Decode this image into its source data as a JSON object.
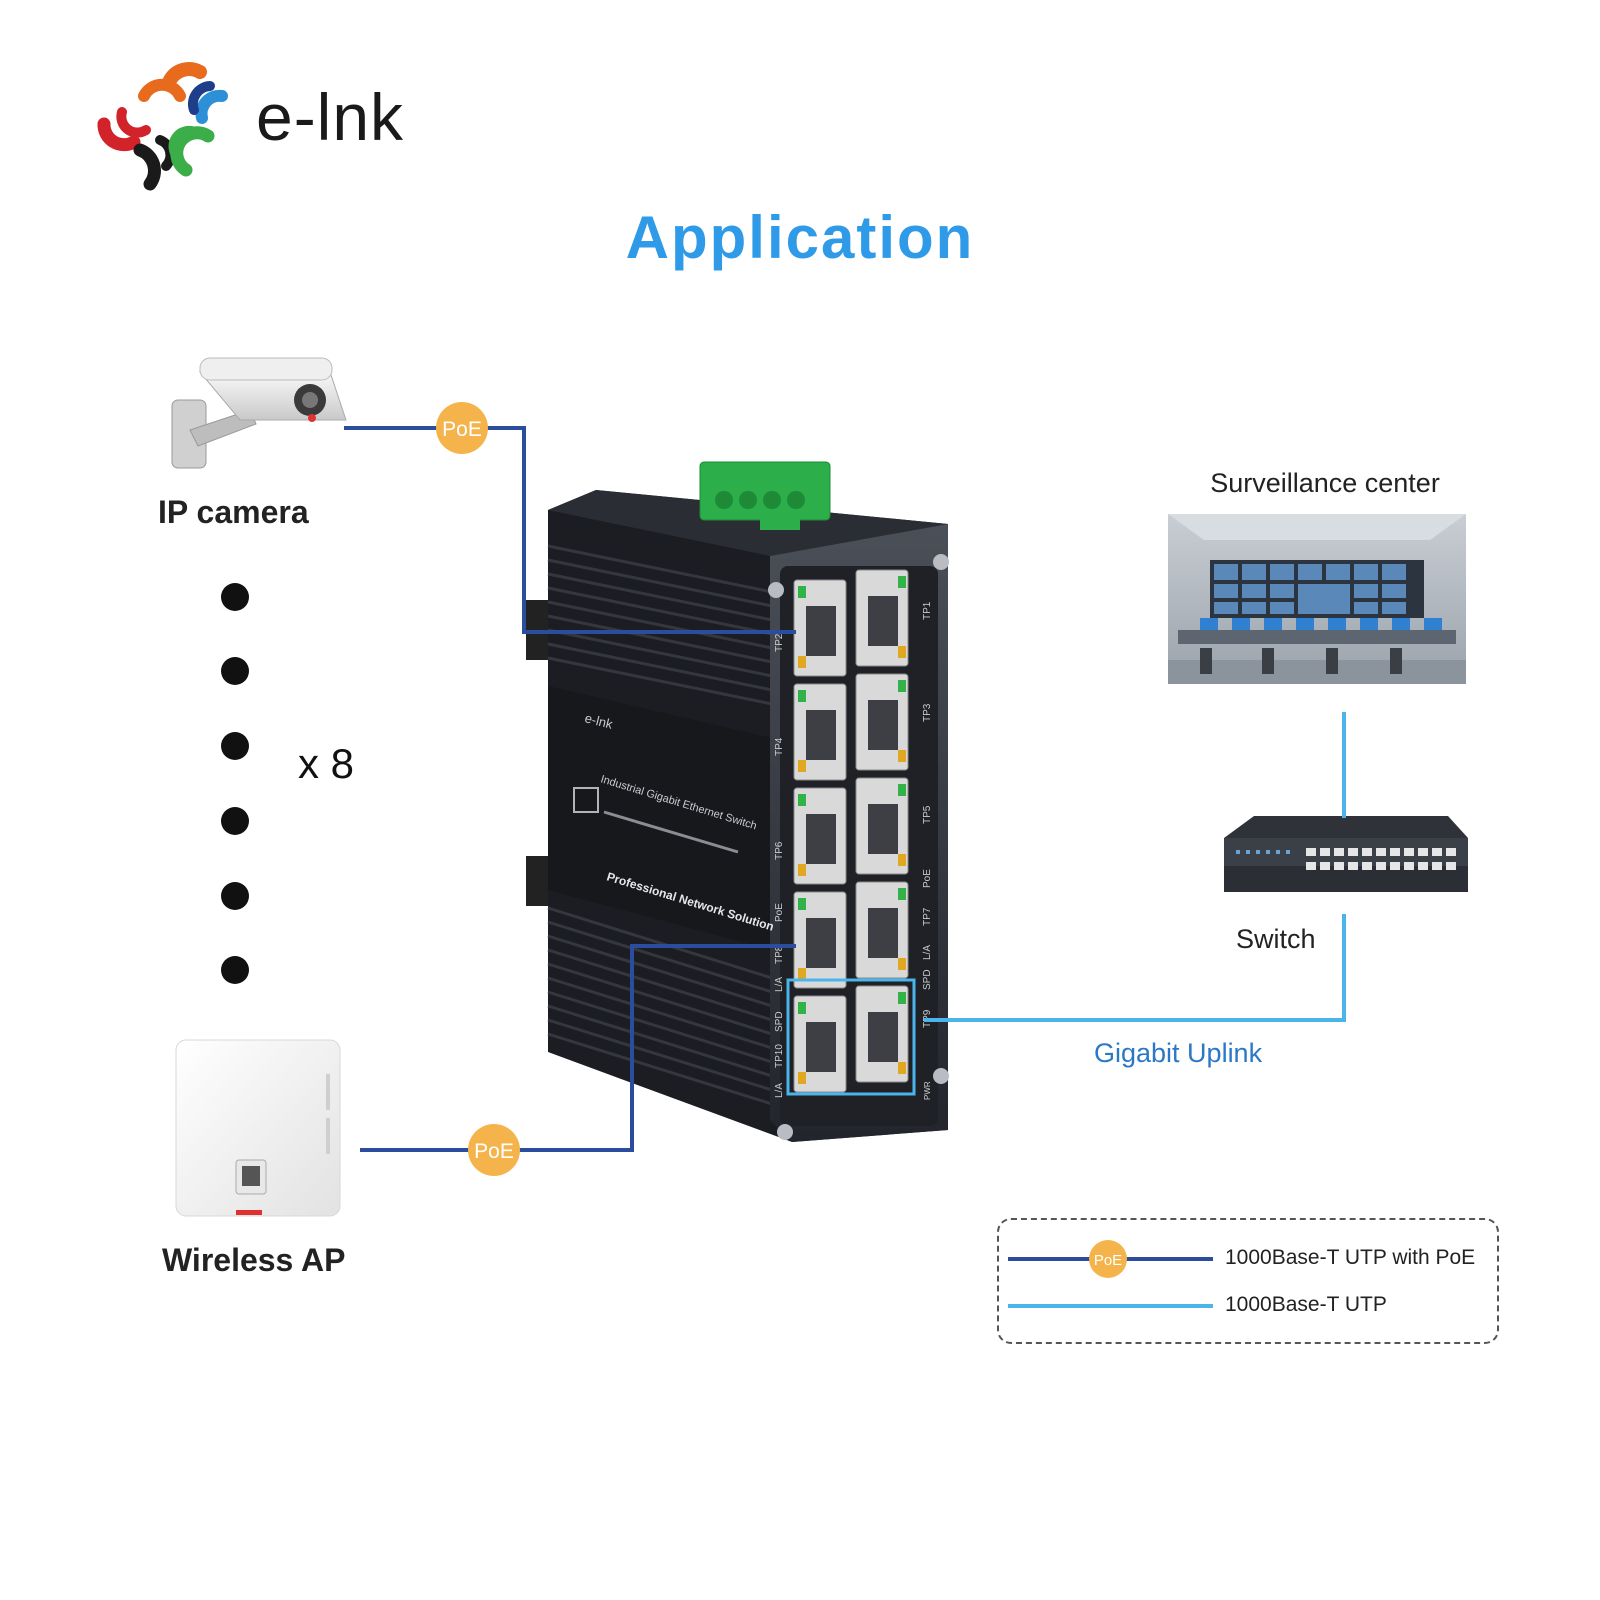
{
  "brand": {
    "name": "e-lnk",
    "logo_colors": [
      "#e86a1d",
      "#2d8fd5",
      "#d2232a",
      "#1a1a1a",
      "#3cae49"
    ]
  },
  "title": "Application",
  "devices": {
    "ip_camera": "IP camera",
    "wireless_ap": "Wireless AP",
    "multiplier": "x 8",
    "surveillance_center": "Surveillance center",
    "switch": "Switch"
  },
  "links": {
    "poe_badge_1": "PoE",
    "poe_badge_2": "PoE",
    "uplink": "Gigabit Uplink"
  },
  "switch_unit": {
    "brand": "e-lnk",
    "caption_1": "Industrial Gigabit Ethernet Switch",
    "caption_2": "Professional Network Solution",
    "port_labels_left": [
      "TP2",
      "TP4",
      "TP6",
      "TP8",
      "TP10"
    ],
    "port_labels_right": [
      "TP1",
      "TP3",
      "TP5",
      "TP7",
      "TP9"
    ],
    "led_labels": [
      "PoE",
      "L/A",
      "SPD",
      "L/A",
      "SPD",
      "L/A",
      "PoE",
      "PWR"
    ]
  },
  "legend": {
    "badge": "PoE",
    "poe_line": "1000Base-T UTP with PoE",
    "utp_line": "1000Base-T UTP"
  },
  "colors": {
    "title": "#2f9be8",
    "poe_line": "#2b4d9e",
    "utp_line": "#4bb4ea",
    "poe_badge": "#f5b44b",
    "uplink_text": "#2a78c6",
    "terminal_green": "#2cae4a"
  }
}
